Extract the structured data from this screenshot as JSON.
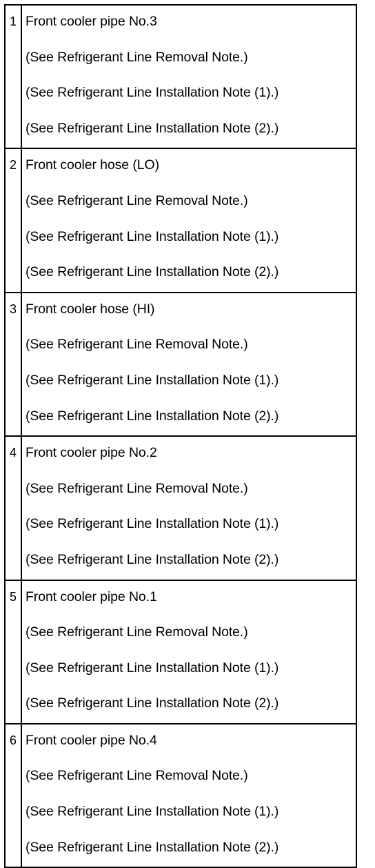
{
  "rows": [
    {
      "number": "1",
      "name": "Front cooler pipe No.3",
      "notes": [
        "(See Refrigerant Line Removal Note.)",
        "(See Refrigerant Line Installation Note (1).)",
        "(See Refrigerant Line Installation Note (2).)"
      ]
    },
    {
      "number": "2",
      "name": "Front cooler hose (LO)",
      "notes": [
        "(See Refrigerant Line Removal Note.)",
        "(See Refrigerant Line Installation Note (1).)",
        "(See Refrigerant Line Installation Note (2).)"
      ]
    },
    {
      "number": "3",
      "name": "Front cooler hose (HI)",
      "notes": [
        "(See Refrigerant Line Removal Note.)",
        "(See Refrigerant Line Installation Note (1).)",
        "(See Refrigerant Line Installation Note (2).)"
      ]
    },
    {
      "number": "4",
      "name": "Front cooler pipe No.2",
      "notes": [
        "(See Refrigerant Line Removal Note.)",
        "(See Refrigerant Line Installation Note (1).)",
        "(See Refrigerant Line Installation Note (2).)"
      ]
    },
    {
      "number": "5",
      "name": "Front cooler pipe No.1",
      "notes": [
        "(See Refrigerant Line Removal Note.)",
        "(See Refrigerant Line Installation Note (1).)",
        "(See Refrigerant Line Installation Note (2).)"
      ]
    },
    {
      "number": "6",
      "name": "Front cooler pipe No.4",
      "notes": [
        "(See Refrigerant Line Removal Note.)",
        "(See Refrigerant Line Installation Note (1).)",
        "(See Refrigerant Line Installation Note (2).)"
      ]
    }
  ]
}
